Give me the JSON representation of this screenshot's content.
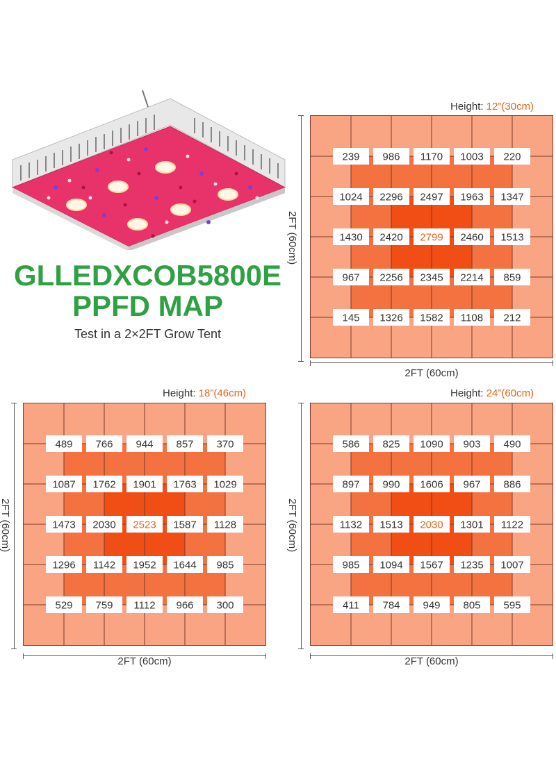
{
  "title": {
    "line1": "GLLEDXCOB5800E",
    "line2": "PPFD MAP"
  },
  "subtitle": "Test in a 2×2FT Grow Tent",
  "colors": {
    "brand": "#2fa043",
    "highlight_text": "#e8661a",
    "tile_outer": "#f9a584",
    "tile_mid": "#f47240",
    "tile_inner": "#f04e15",
    "grid_line": "#7a3a2a"
  },
  "maps": [
    {
      "height_prefix": "Height:",
      "height_value": "12”(30cm)",
      "side_label": "2FT (60cm)",
      "bottom_label": "2FT (60cm)",
      "values": [
        [
          "239",
          "986",
          "1170",
          "1003",
          "220"
        ],
        [
          "1024",
          "2296",
          "2497",
          "1963",
          "1347"
        ],
        [
          "1430",
          "2420",
          "2799",
          "2460",
          "1513"
        ],
        [
          "967",
          "2256",
          "2345",
          "2214",
          "859"
        ],
        [
          "145",
          "1326",
          "1582",
          "1108",
          "212"
        ]
      ],
      "max_value": "2799"
    },
    {
      "height_prefix": "Height:",
      "height_value": "18”(46cm)",
      "side_label": "2FT (60cm)",
      "bottom_label": "2FT (60cm)",
      "values": [
        [
          "489",
          "766",
          "944",
          "857",
          "370"
        ],
        [
          "1087",
          "1762",
          "1901",
          "1763",
          "1029"
        ],
        [
          "1473",
          "2030",
          "2523",
          "1587",
          "1128"
        ],
        [
          "1296",
          "1142",
          "1952",
          "1644",
          "985"
        ],
        [
          "529",
          "759",
          "1112",
          "966",
          "300"
        ]
      ],
      "max_value": "2523"
    },
    {
      "height_prefix": "Height:",
      "height_value": "24”(60cm)",
      "side_label": "2FT (60cm)",
      "bottom_label": "2FT (60cm)",
      "values": [
        [
          "586",
          "825",
          "1090",
          "903",
          "490"
        ],
        [
          "897",
          "990",
          "1606",
          "967",
          "886"
        ],
        [
          "1132",
          "1513",
          "2030",
          "1301",
          "1122"
        ],
        [
          "985",
          "1094",
          "1567",
          "1235",
          "1007"
        ],
        [
          "411",
          "784",
          "949",
          "805",
          "595"
        ]
      ],
      "max_value": "2030"
    }
  ]
}
